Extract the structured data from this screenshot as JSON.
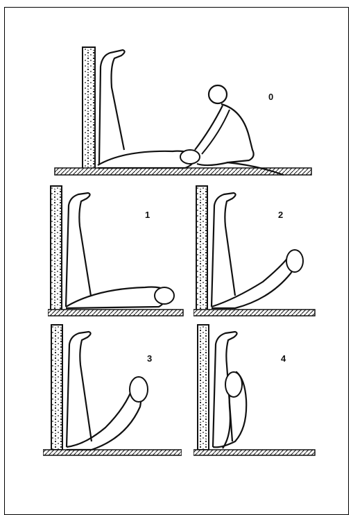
{
  "figure": {
    "panels": [
      {
        "id": "0",
        "label": "0"
      },
      {
        "id": "1",
        "label": "1"
      },
      {
        "id": "2",
        "label": "2"
      },
      {
        "id": "3",
        "label": "3"
      },
      {
        "id": "4",
        "label": "4"
      }
    ]
  },
  "colors": {
    "ink": "#111111",
    "paper": "#ffffff",
    "frame": "#000000"
  }
}
